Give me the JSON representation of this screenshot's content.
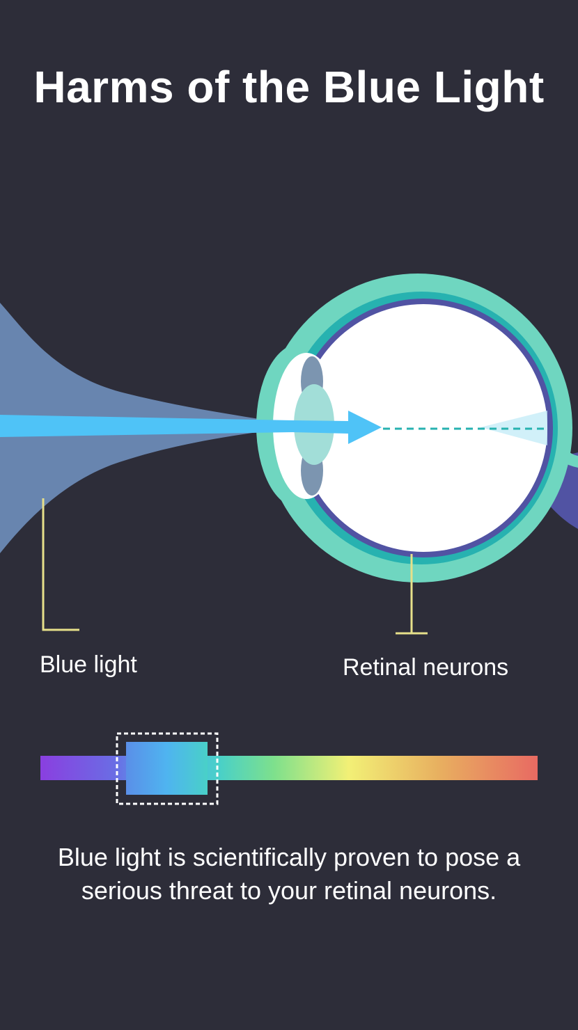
{
  "title": "Harms of the Blue Light",
  "labels": {
    "blue_light": "Blue light",
    "retinal_neurons": "Retinal neurons"
  },
  "caption": "Blue light is scientifically proven to pose a serious threat to your retinal neurons.",
  "colors": {
    "background": "#2d2d39",
    "eye_outer": "#6fd6c0",
    "eye_inner_ring": "#27b2b0",
    "retina": "#4f4f9e",
    "blue_beam": "#4fc3f7",
    "light_cone": "#6e8db8",
    "pointer_line": "#e6e08a",
    "spectrum": [
      "#8a3fe0",
      "#5a8fe8",
      "#4fb4f0",
      "#49d0c8",
      "#7ee08c",
      "#f2f076",
      "#e8b060",
      "#e86a62"
    ]
  }
}
